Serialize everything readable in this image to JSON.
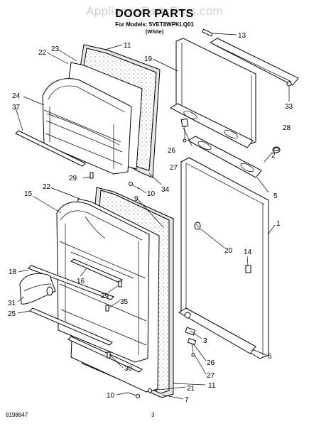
{
  "watermark": "AppliancePartsPros.com",
  "title": "DOOR PARTS",
  "subtitle": "For Models: 5VET8WPKLQ01",
  "subtitle2": "(White)",
  "footer": {
    "doc_number": "8198847",
    "page_number": "3"
  },
  "callouts": {
    "c13": "13",
    "c11a": "11",
    "c22a": "22",
    "c23": "23",
    "c19": "19",
    "c24": "24",
    "c37": "37",
    "c33": "33",
    "c28": "28",
    "c26a": "26",
    "c27a": "27",
    "c2": "2",
    "c29a": "29",
    "c10a": "10",
    "c34": "34",
    "c22b": "22",
    "c9": "9",
    "c15": "15",
    "c5": "5",
    "c1": "1",
    "c20": "20",
    "c14": "14",
    "c18": "18",
    "c16": "16",
    "c29b": "29",
    "c31": "31",
    "c25": "25",
    "c35": "35",
    "c3": "3",
    "c6": "6",
    "c26b": "26",
    "c30": "30",
    "c27b": "27",
    "c10b": "10",
    "c21": "21",
    "c11b": "11",
    "c7": "7"
  }
}
